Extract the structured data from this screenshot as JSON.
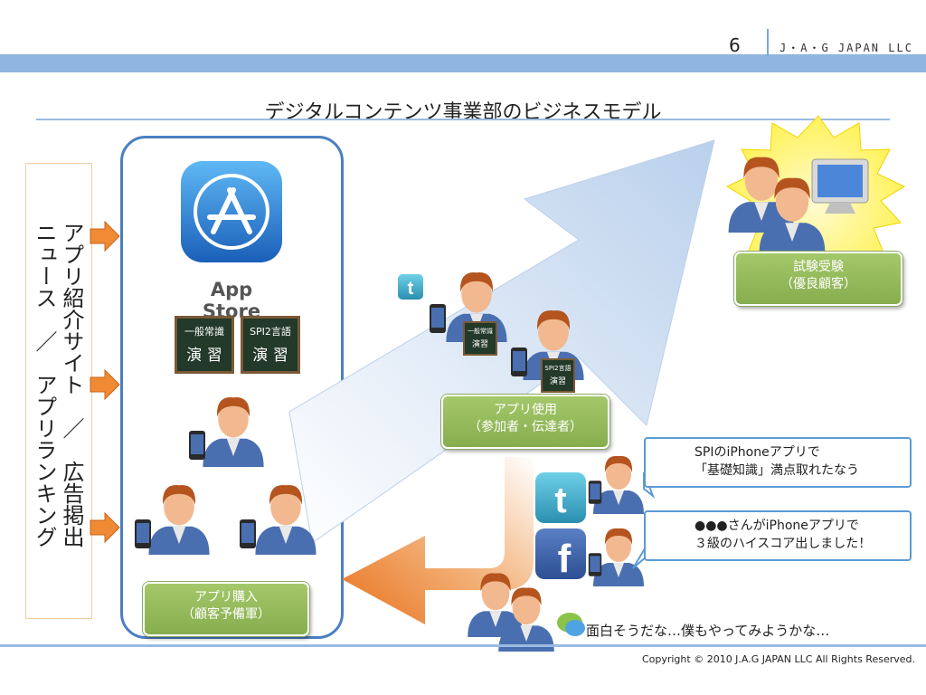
{
  "header": {
    "page_number": "6",
    "company": "J・A・G JAPAN LLC"
  },
  "title": "デジタルコンテンツ事業部のビジネスモデル",
  "left_text": {
    "line1": "アプリ紹介サイト　／　広告掲出",
    "line2": "ニュース　／　アプリランキング"
  },
  "app_store": {
    "label": "App Store"
  },
  "chalkboards": [
    {
      "line1": "一般常識",
      "line2": "演 習"
    },
    {
      "line1": "SPI2言語",
      "line2": "演 習"
    }
  ],
  "small_chalkboards": [
    {
      "line1": "一般常識",
      "line2": "演習"
    },
    {
      "line1": "SPI2言語",
      "line2": "演習"
    }
  ],
  "labels": {
    "purchase": {
      "line1": "アプリ購入",
      "line2": "（顧客予備軍）"
    },
    "use": {
      "line1": "アプリ使用",
      "line2": "（参加者・伝達者）"
    },
    "exam": {
      "line1": "試験受験",
      "line2": "（優良顧客）"
    }
  },
  "bubbles": {
    "twitter": {
      "line1": "SPIのiPhoneアプリで",
      "line2": "「基礎知識」満点取れたなう"
    },
    "facebook": {
      "line1": "●●●さんがiPhoneアプリで",
      "line2": "３級のハイスコア出しました！"
    }
  },
  "bottom_comment": "面白そうだな…僕もやってみようかな…",
  "footer": {
    "copyright": "Copyright © 2010  J.A.G JAPAN LLC  All Rights Reserved."
  },
  "colors": {
    "accent_blue": "#4a7fc1",
    "header_band": "#8fb6de",
    "label_green": "#93b75a",
    "arrow_orange": "#e8711c",
    "burst_yellow": "#fff35c"
  }
}
